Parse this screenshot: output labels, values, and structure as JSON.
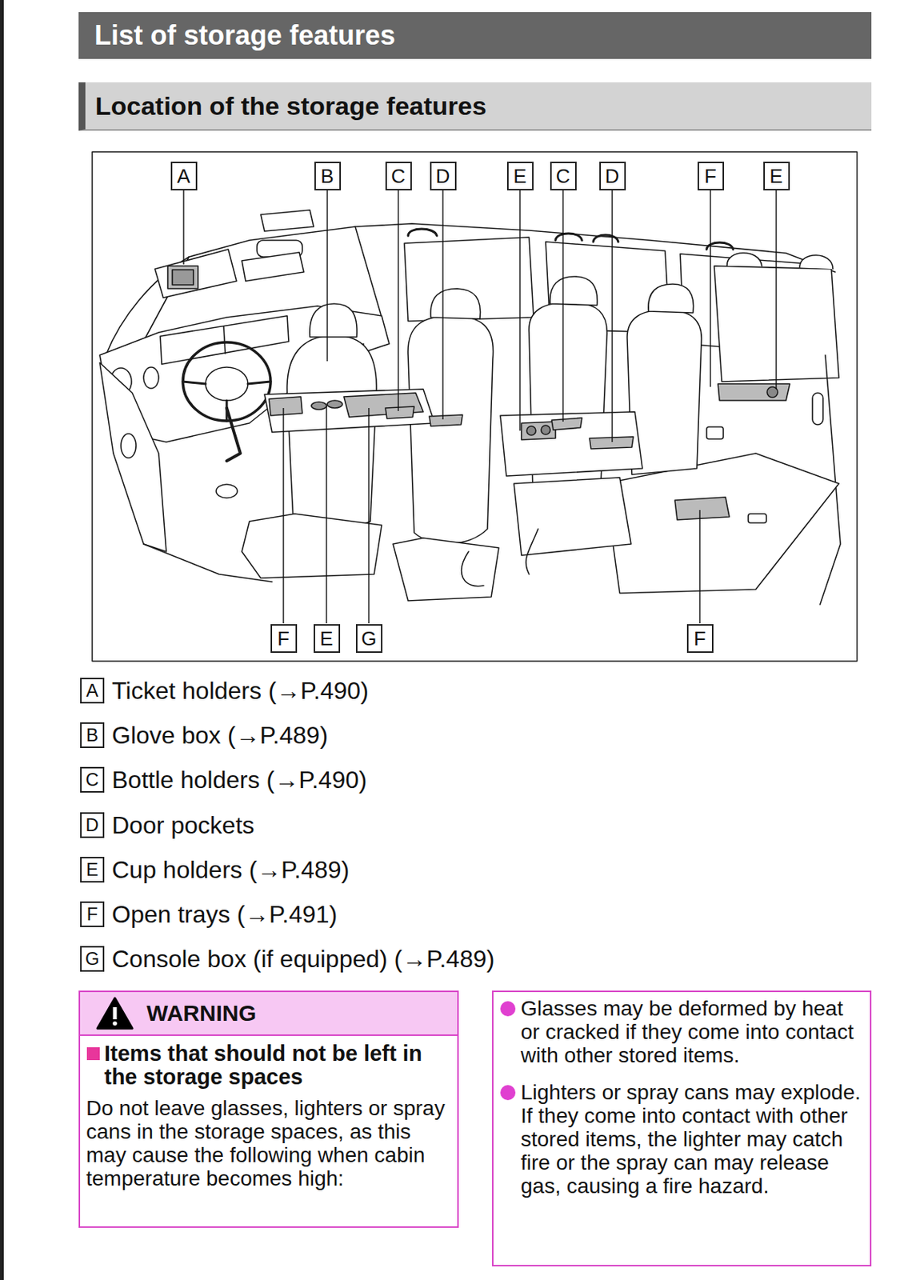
{
  "diagram": {
    "title": "List of storage features",
    "nodes": [
      {
        "text": [
          "Location of the storage features"
        ]
      },
      {
        "text": [
          "A"
        ]
      },
      {
        "text": [
          "B"
        ]
      },
      {
        "text": [
          "C"
        ]
      },
      {
        "text": [
          "D"
        ]
      },
      {
        "text": [
          "E"
        ]
      },
      {
        "text": [
          "C"
        ]
      },
      {
        "text": [
          "D"
        ]
      },
      {
        "text": [
          "F"
        ]
      },
      {
        "text": [
          "E"
        ]
      },
      {
        "text": [
          "F"
        ]
      },
      {
        "text": [
          "E"
        ]
      },
      {
        "text": [
          "G"
        ]
      },
      {
        "text": [
          "F"
        ]
      },
      {
        "text": [
          "A"
        ]
      },
      {
        "text": [
          "B"
        ]
      },
      {
        "text": [
          "C"
        ]
      },
      {
        "text": [
          "D"
        ]
      },
      {
        "text": [
          "E"
        ]
      },
      {
        "text": [
          "F"
        ]
      },
      {
        "text": [
          "G"
        ]
      },
      {
        "text": [
          "Items that should not be left in the storage spaces",
          "Do not leave glasses, lighters or spray cans in the storage spaces, as this may cause the following when cabin temperature becomes high:"
        ]
      },
      {
        "text": [
          "WARNING"
        ],
        "in": 21
      },
      {
        "text": [
          "Glasses may be deformed by heat or cracked if they come into contact with other stored items.",
          "Lighters or spray cans may explode. If they come into contact with other stored items, the lighter may catch fire or the spray can may release gas, causing a fire hazard."
        ]
      }
    ],
    "labels": [
      "Ticket holders (→P.490)",
      "Glove box (→P.489)",
      "Bottle holders (→P.490)",
      "Door pockets",
      "Cup holders (→P.489)",
      "Open trays (→P.491)",
      "Console box (if equipped) (→P.489)"
    ]
  }
}
